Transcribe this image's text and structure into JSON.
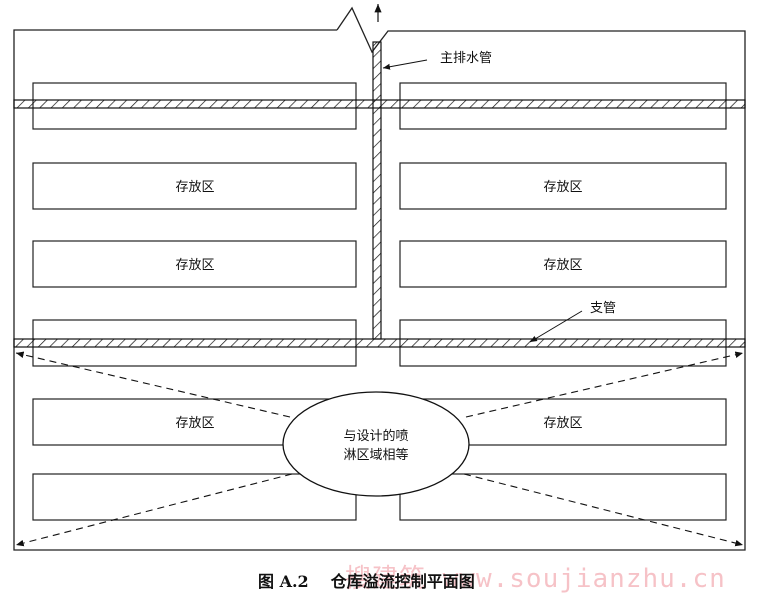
{
  "labels": {
    "main_pipe": "主排水管",
    "branch_pipe": "支管",
    "storage": "存放区",
    "ellipse_line1": "与设计的喷",
    "ellipse_line2": "淋区域相等"
  },
  "caption": {
    "number": "图 A.2",
    "title": "仓库溢流控制平面图"
  },
  "watermark": "搜建筑 www.soujianzhu.cn"
}
